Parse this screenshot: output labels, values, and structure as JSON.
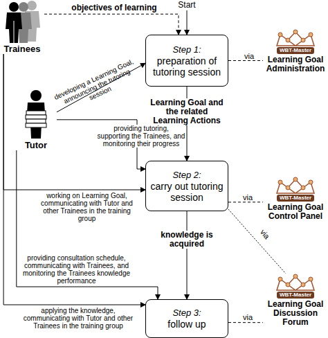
{
  "diagram": {
    "nodes": [
      {
        "text": [
          "Start"
        ]
      },
      {
        "text": [
          "Trainees"
        ]
      },
      {
        "text": [
          "Step 1:",
          "preparation of tutoring session"
        ]
      },
      {
        "text": [
          "WBT-Master",
          "Learning Goal Administration"
        ]
      },
      {
        "text": [
          "Tutor"
        ]
      },
      {
        "text": [
          "Step 2:",
          "carry out tutoring session"
        ]
      },
      {
        "text": [
          "WBT-Master",
          "Learning Goal Control Panel"
        ]
      },
      {
        "text": [
          "WBT-Master",
          "Learning Goal Discussion Forum"
        ]
      },
      {
        "text": [
          "Step 3:",
          "follow up"
        ]
      }
    ],
    "edges": [
      {
        "from": 0,
        "to": 2,
        "arrow": "to"
      },
      {
        "from": 1,
        "to": 2,
        "label": "objectives of learning",
        "arrow": "to"
      },
      {
        "from": 4,
        "to": 2,
        "label": "developing a Learning Goal, announcing the tutoring session",
        "arrow": "to"
      },
      {
        "from": 2,
        "to": 3,
        "label": "via",
        "arrow": "none"
      },
      {
        "from": 2,
        "to": 5,
        "label": "Learning Goal and the related Learning Actions",
        "arrow": "to"
      },
      {
        "from": 4,
        "to": 5,
        "label": "providing tutoring, supporting the Trainees, and monitoring their progress",
        "arrow": "to"
      },
      {
        "from": 1,
        "to": 5,
        "label": "working on Learning Goal, communicating with Tutor and other Trainees in the training group",
        "arrow": "to"
      },
      {
        "from": 5,
        "to": 6,
        "label": "via",
        "arrow": "none"
      },
      {
        "from": 5,
        "to": 7,
        "label": "via",
        "arrow": "none"
      },
      {
        "from": 5,
        "to": 8,
        "label": "knowledge is acquired",
        "arrow": "to"
      },
      {
        "from": 4,
        "to": 8,
        "label": "providing consultation schedule, communicating with Trainees, and monitoring the Trainees knowledge performance",
        "arrow": "to"
      },
      {
        "from": 1,
        "to": 8,
        "label": "applying the knowledge, communicating with Tutor and other Trainees in the training group",
        "arrow": "to"
      },
      {
        "from": 8,
        "to": 7,
        "label": "via",
        "arrow": "none"
      }
    ]
  }
}
